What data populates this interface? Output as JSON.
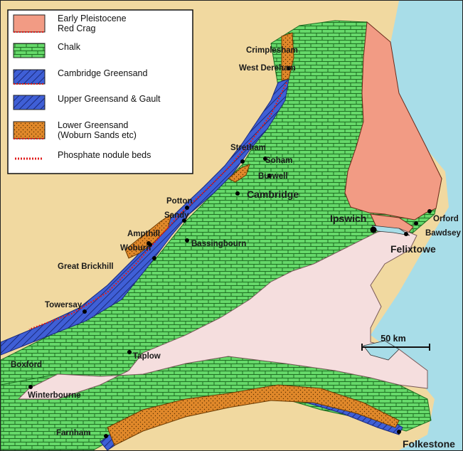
{
  "legend": {
    "items": [
      {
        "key": "red_crag",
        "lines": [
          "Early Pleistocene",
          "Red Crag"
        ]
      },
      {
        "key": "chalk",
        "lines": [
          "Chalk"
        ]
      },
      {
        "key": "cambridge_greensand",
        "lines": [
          "Cambridge Greensand"
        ]
      },
      {
        "key": "upper_greensand_gault",
        "lines": [
          "Upper Greensand & Gault"
        ]
      },
      {
        "key": "lower_greensand",
        "lines": [
          "Lower Greensand",
          "(Woburn Sands etc)"
        ]
      },
      {
        "key": "phosphate",
        "lines": [
          "Phosphate nodule beds"
        ]
      }
    ]
  },
  "places": {
    "crimplesham": "Crimplesham",
    "west_dereham": "West Dereham",
    "stretham": "Stretham",
    "soham": "Soham",
    "burwell": "Burwell",
    "cambridge": "Cambridge",
    "potton": "Potton",
    "sandy": "Sandy",
    "ampthill": "Ampthill",
    "woburn": "Woburn",
    "bassingbourn": "Bassingbourn",
    "great_brickhill": "Great Brickhill",
    "towersay": "Towersay",
    "taplow": "Taplow",
    "boxford": "Boxford",
    "winterbourne": "Winterbourne",
    "farnham": "Farnham",
    "folkestone": "Folkestone",
    "ipswich": "Ipswich",
    "felixtowe": "Felixtowe",
    "orford": "Orford",
    "bawdsey": "Bawdsey"
  },
  "scale": {
    "label": "50 km"
  },
  "colors": {
    "sea": "#a8dde8",
    "land": "#f1d9a0",
    "chalk": "#66d96a",
    "chalk_lines": "#1e6e22",
    "red_crag": "#f29b84",
    "greensand_blue": "#3f5fd6",
    "lower_greensand": "#e0882a",
    "clay": "#f5dede",
    "phosphate": "#e01c1c"
  }
}
